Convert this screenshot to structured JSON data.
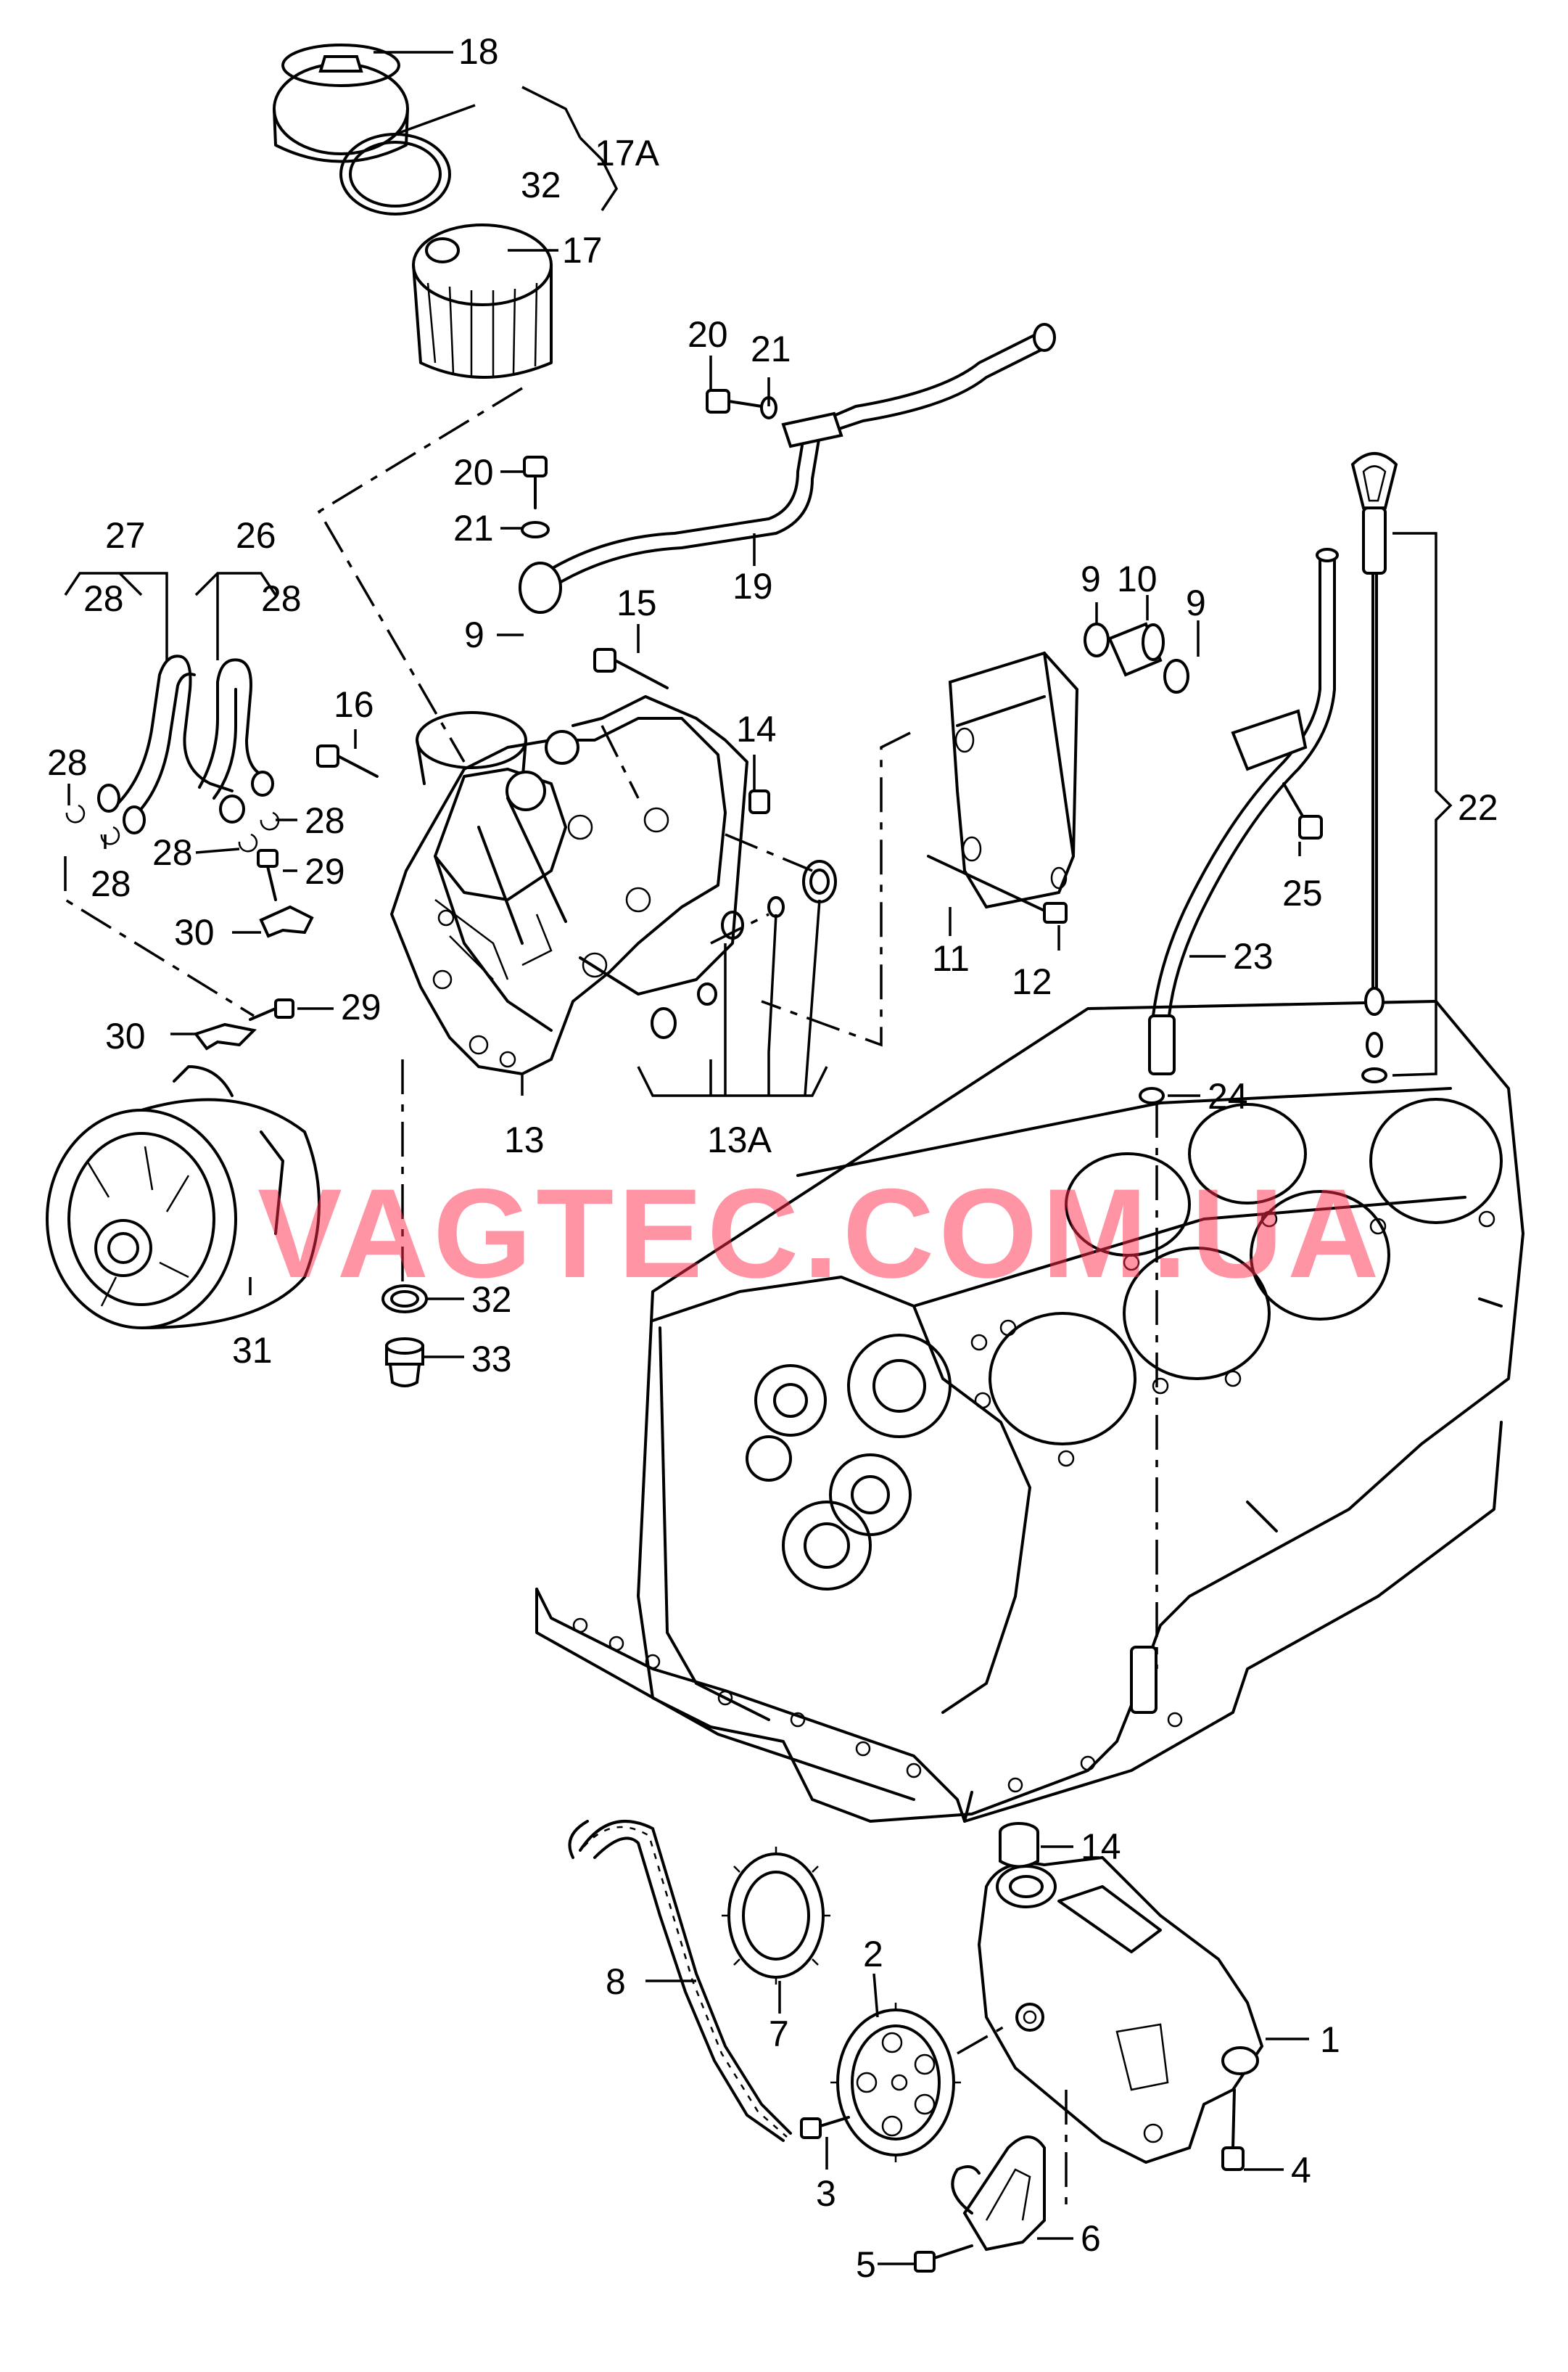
{
  "watermark": "VAGTEC.COM.UA",
  "callouts": {
    "c1": "1",
    "c2": "2",
    "c3": "3",
    "c4": "4",
    "c5": "5",
    "c6": "6",
    "c7": "7",
    "c8": "8",
    "c9a": "9",
    "c9b": "9",
    "c9c": "9",
    "c10": "10",
    "c11": "11",
    "c12": "12",
    "c13": "13",
    "c13a": "13A",
    "c14a": "14",
    "c14b": "14",
    "c15": "15",
    "c16": "16",
    "c17": "17",
    "c17a": "17A",
    "c18": "18",
    "c19": "19",
    "c20a": "20",
    "c20b": "20",
    "c21a": "21",
    "c21b": "21",
    "c22": "22",
    "c23": "23",
    "c24": "24",
    "c25": "25",
    "c26": "26",
    "c27": "27",
    "c28a": "28",
    "c28b": "28",
    "c28c": "28",
    "c28d": "28",
    "c28e": "28",
    "c28f": "28",
    "c29a": "29",
    "c29b": "29",
    "c30a": "30",
    "c30b": "30",
    "c31": "31",
    "c32a": "32",
    "c32b": "32",
    "c33": "33"
  }
}
